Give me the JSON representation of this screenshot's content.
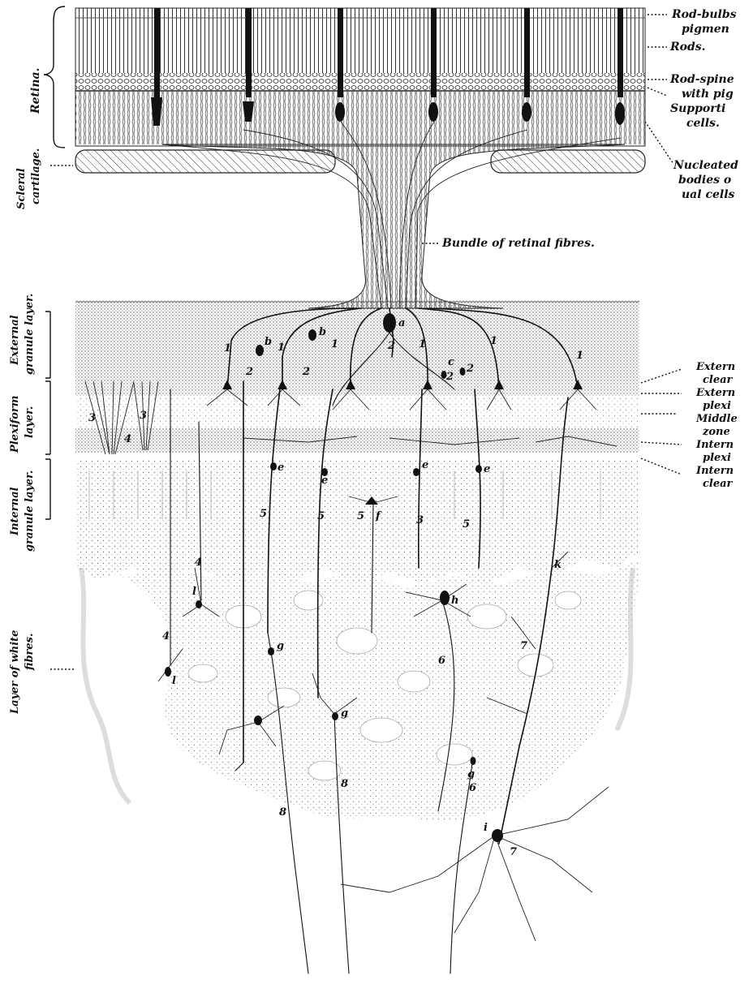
{
  "labels": {
    "rod_bulbs": "Rod-bulbs",
    "pigment": "pigmen",
    "rods": "Rods.",
    "rod_spindles": "Rod-spine",
    "with_pig": "with pig",
    "supporting": "Supporti",
    "cells": "cells.",
    "nucleated": "Nucleated",
    "bodies_of": "bodies o",
    "ual_cells": "ual cells",
    "bundle": "Bundle of retinal fibres.",
    "retina": "Retina.",
    "scleral_cartilage": "Scleral cartilage.",
    "external_granule_layer": "External granule layer.",
    "plexiform_layer": "Plexiform layer.",
    "internal_granule_layer": "Internal granule layer.",
    "layer_of_white_fibres": "Layer of white fibres.",
    "external_clear": [
      "Extern",
      "clear"
    ],
    "external_plexi": [
      "Extern",
      "plexi"
    ],
    "middle_zone": [
      "Middle",
      "zone"
    ],
    "internal_plexi": [
      "Intern",
      "plexi"
    ],
    "internal_clear": [
      "Intern",
      "clear"
    ]
  },
  "cell_marks": {
    "a": "a",
    "b": "b",
    "c": "c",
    "e": "e",
    "f": "f",
    "g": "g",
    "h": "h",
    "i": "i",
    "k": "k",
    "l": "l",
    "n1": "1",
    "n2": "2",
    "n3": "3",
    "n4": "4",
    "n5": "5",
    "n6": "6",
    "n7": "7",
    "n8": "8"
  },
  "colors": {
    "ink": "#111111",
    "stipple": "#8a8a8a",
    "paper": "#ffffff"
  }
}
